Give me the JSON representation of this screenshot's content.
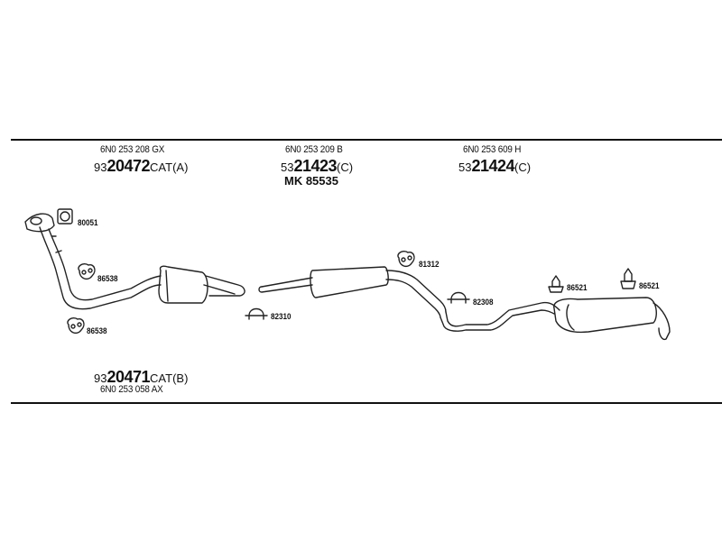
{
  "parts": {
    "front": {
      "ref": "6N0 253 208 GX",
      "prefix": "93",
      "number": "20472",
      "suffix": "CAT(A)"
    },
    "middle": {
      "ref": "6N0 253 209 B",
      "prefix": "53",
      "number": "21423",
      "suffix": "(C)",
      "kit": "MK  85535"
    },
    "rear": {
      "ref": "6N0 253 609 H",
      "prefix": "53",
      "number": "21424",
      "suffix": "(C)"
    },
    "downpipe": {
      "prefix": "93",
      "number": "20471",
      "suffix": "CAT(B)",
      "ref": "6N0 253 058 AX"
    }
  },
  "components": {
    "gasket": "80051",
    "rubber_upper": "86538",
    "rubber_lower": "86538",
    "clamp_front": "82310",
    "rubber_mid": "81312",
    "clamp_rear": "82308",
    "hanger_left": "86521",
    "hanger_right": "86521"
  }
}
